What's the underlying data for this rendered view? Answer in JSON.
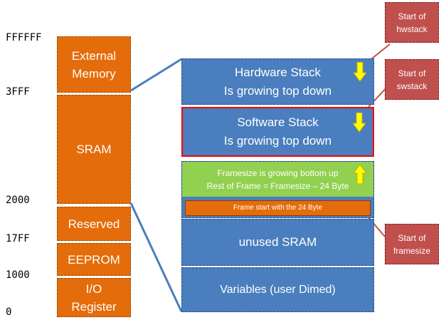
{
  "addresses": [
    "FFFFFF",
    "3FFF",
    "2000",
    "17FF",
    "1000",
    "0"
  ],
  "memory_regions": [
    {
      "label": "External\nMemory"
    },
    {
      "label": "SRAM"
    },
    {
      "label": "Reserved"
    },
    {
      "label": "EEPROM"
    },
    {
      "label": "I/O\nRegister"
    }
  ],
  "sram_detail": {
    "hardware_stack": {
      "line1": "Hardware Stack",
      "line2": "Is growing top down"
    },
    "software_stack": {
      "line1": "Software Stack",
      "line2": "Is growing top down"
    },
    "frame": {
      "line1": "Framesize is growing bottom up",
      "line2": "Rest of Frame = Framesize – 24 Byte",
      "inner": "Frame start with the 24 Byte"
    },
    "unused": "unused SRAM",
    "variables": "Variables (user Dimed)"
  },
  "callouts": [
    {
      "label": "Start of\nhwstack"
    },
    {
      "label": "Start of\nswstack"
    },
    {
      "label": "Start of\nframesize"
    }
  ],
  "colors": {
    "orange": "#e46c0a",
    "blue": "#4a7ebe",
    "green": "#92d050",
    "red_outline": "#ff0000",
    "callout": "#c0504d",
    "arrow": "#ffff00"
  }
}
